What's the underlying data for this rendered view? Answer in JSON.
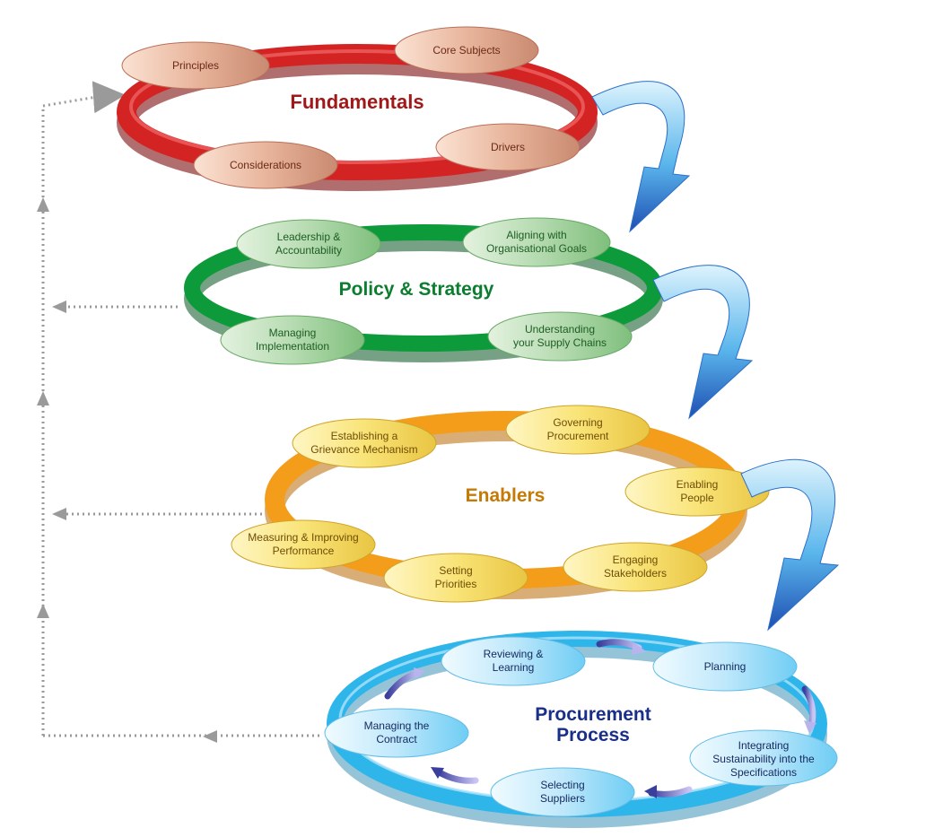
{
  "colors": {
    "fundamentals": "#d42323",
    "fundamentals_title": "#a01818",
    "policy": "#0c9a3a",
    "policy_title": "#0b7d2f",
    "enablers": "#f39d1b",
    "enablers_title": "#c57a06",
    "procurement": "#2eb5ea",
    "procurement_title": "#1a2f8a",
    "arrow_blue": "#2a6fc9",
    "feedback_arrow": "#9a9a9a"
  },
  "fundamentals": {
    "title": "Fundamentals",
    "nodes": {
      "principles": "Principles",
      "core_subjects": "Core Subjects",
      "considerations": "Considerations",
      "drivers": "Drivers"
    }
  },
  "policy": {
    "title": "Policy & Strategy",
    "nodes": {
      "leadership_1": "Leadership &",
      "leadership_2": "Accountability",
      "aligning_1": "Aligning with",
      "aligning_2": "Organisational Goals",
      "managing_1": "Managing",
      "managing_2": "Implementation",
      "understanding_1": "Understanding",
      "understanding_2": "your Supply Chains"
    }
  },
  "enablers": {
    "title": "Enablers",
    "nodes": {
      "grievance_1": "Establishing a",
      "grievance_2": "Grievance  Mechanism",
      "governing_1": "Governing",
      "governing_2": "Procurement",
      "enabling_1": "Enabling",
      "enabling_2": "People",
      "measuring_1": "Measuring & Improving",
      "measuring_2": "Performance",
      "setting_1": "Setting",
      "setting_2": "Priorities",
      "engaging_1": "Engaging",
      "engaging_2": "Stakeholders"
    }
  },
  "procurement": {
    "title_1": "Procurement",
    "title_2": "Process",
    "nodes": {
      "reviewing_1": "Reviewing &",
      "reviewing_2": "Learning",
      "planning": "Planning",
      "managing_1": "Managing the",
      "managing_2": "Contract",
      "integrating_1": "Integrating",
      "integrating_2": "Sustainability into the",
      "integrating_3": "Specifications",
      "selecting_1": "Selecting",
      "selecting_2": "Suppliers"
    }
  }
}
